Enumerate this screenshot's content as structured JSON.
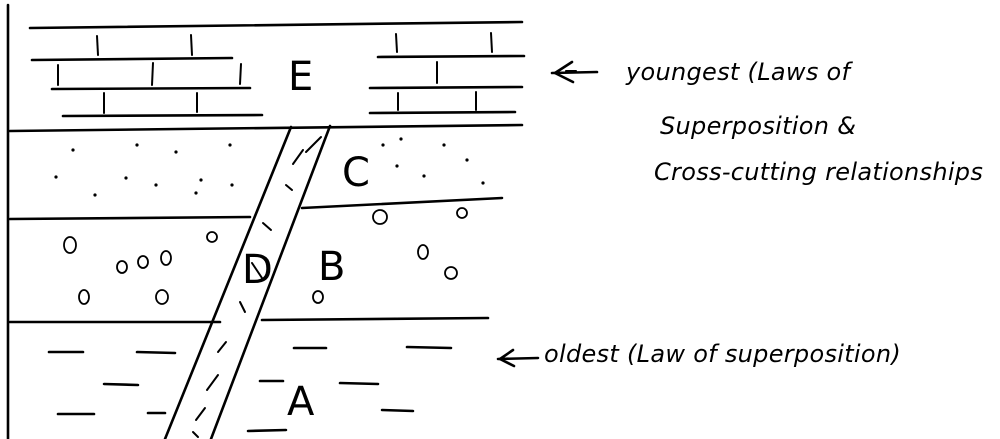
{
  "layers": [
    {
      "id": "E",
      "label": "E"
    },
    {
      "id": "C",
      "label": "C"
    },
    {
      "id": "B",
      "label": "B"
    },
    {
      "id": "D",
      "label": "D"
    },
    {
      "id": "A",
      "label": "A"
    }
  ],
  "annotations": {
    "youngest": {
      "lines": [
        "youngest (Laws of",
        "Superposition &",
        "Cross-cutting relationships"
      ]
    },
    "oldest": {
      "text": "oldest (Law of superposition)"
    }
  },
  "arrow_icon": "left-arrow-icon"
}
